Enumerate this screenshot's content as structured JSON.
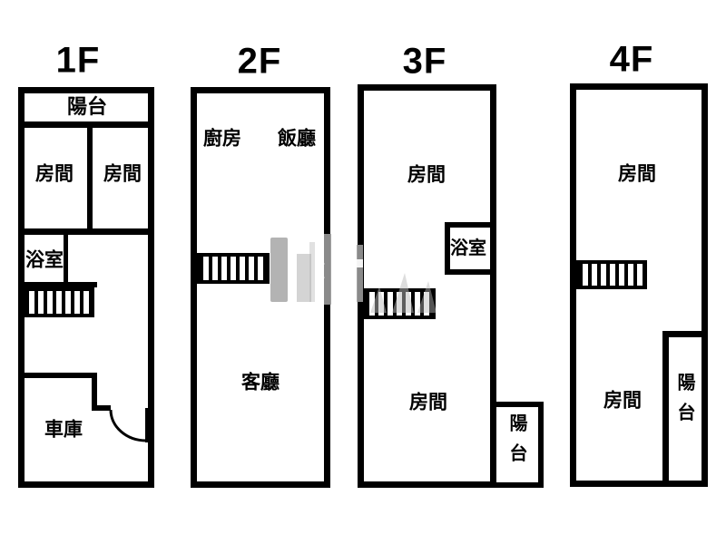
{
  "diagram": {
    "type": "floor-plan",
    "background": "#ffffff",
    "wall_color": "#000000",
    "watermark_color": "#999999"
  },
  "floors": [
    {
      "title": "1F",
      "labels": {
        "balcony": "陽台",
        "room_left": "房間",
        "room_right": "房間",
        "bathroom": "浴室",
        "garage": "車庫"
      }
    },
    {
      "title": "2F",
      "labels": {
        "kitchen": "廚房",
        "dining": "飯廳",
        "living": "客廳"
      }
    },
    {
      "title": "3F",
      "labels": {
        "room_top": "房間",
        "bathroom": "浴室",
        "room_bottom": "房間",
        "balcony": "陽台"
      }
    },
    {
      "title": "4F",
      "labels": {
        "room_top": "房間",
        "room_bottom": "房間",
        "balcony": "陽台"
      }
    }
  ]
}
